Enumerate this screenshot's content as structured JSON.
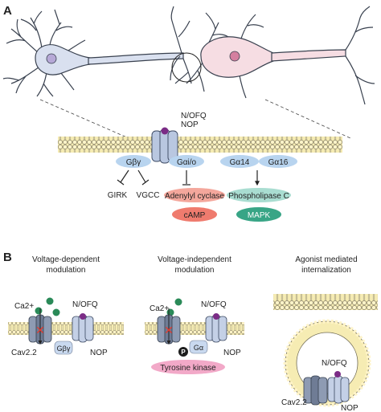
{
  "panels": {
    "a": "A",
    "b": "B"
  },
  "receptor_a": {
    "ligand": "N/OFQ",
    "receptor": "NOP"
  },
  "g_proteins": {
    "gby": "Gβγ",
    "gio": "Gαi/o",
    "g14": "Gα14",
    "g16": "Gα16"
  },
  "effectors": {
    "girk": "GIRK",
    "vgcc": "VGCC",
    "adenylyl_cyclase": "Adenylyl cyclase",
    "camp": "cAMP",
    "plc": "Phospholipase C",
    "mapk": "MAPK"
  },
  "mechanisms": {
    "vdep_line1": "Voltage-dependent",
    "vdep_line2": "modulation",
    "vindep_line1": "Voltage-independent",
    "vindep_line2": "modulation",
    "intern_line1": "Agonist mediated",
    "intern_line2": "internalization"
  },
  "labels_b": {
    "ca": "Ca2+",
    "ligand": "N/OFQ",
    "cav": "Cav2.2",
    "gby": "Gβγ",
    "nop": "NOP",
    "ga": "Gα",
    "p": "P",
    "tyrosine_kinase": "Tyrosine kinase"
  },
  "colors": {
    "neuron_left": "#d9e0ef",
    "neuron_right": "#f6dde3",
    "membrane": "#f3e7a2",
    "receptor": "#b9c7e0",
    "channel": "#7c8aa3",
    "g_protein": "#b8d4ef",
    "ligand": "#7b2c86",
    "calcium": "#2a8a58",
    "adenylyl": "#f4a79c",
    "camp": "#ef7b6e",
    "plc": "#a9ddd1",
    "mapk": "#38a586",
    "tyrosine": "#f2a9c8",
    "blocked": "#e23b2e"
  }
}
